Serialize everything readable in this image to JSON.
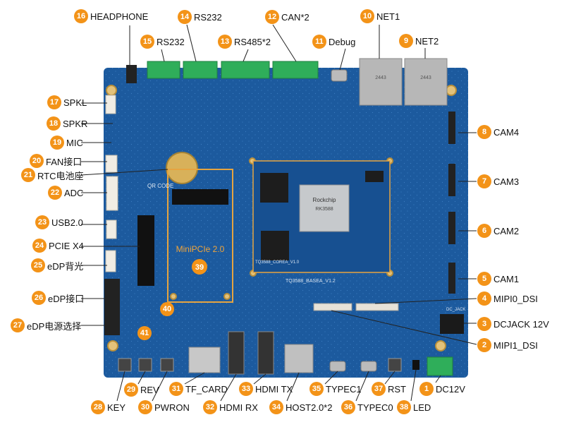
{
  "board": {
    "silk_qr": "QR CODE",
    "silk_core": "TQ3588_COREA_V1.0",
    "silk_base": "TQ3588_BASEA_V1.2",
    "chip_brand": "Rockchip",
    "chip_text": "RK3588",
    "minipcie_label": "MiniPCIe 2.0",
    "minipcie_number": "39",
    "jack_label_net": "2443",
    "dc_jack_silk": "DC_JACK"
  },
  "callouts": [
    {
      "n": "1",
      "text": "DC12V"
    },
    {
      "n": "2",
      "text": "MIPI1_DSI"
    },
    {
      "n": "3",
      "text": "DCJACK 12V"
    },
    {
      "n": "4",
      "text": "MIPI0_DSI"
    },
    {
      "n": "5",
      "text": "CAM1"
    },
    {
      "n": "6",
      "text": "CAM2"
    },
    {
      "n": "7",
      "text": "CAM3"
    },
    {
      "n": "8",
      "text": "CAM4"
    },
    {
      "n": "9",
      "text": "NET2"
    },
    {
      "n": "10",
      "text": "NET1"
    },
    {
      "n": "11",
      "text": "Debug"
    },
    {
      "n": "12",
      "text": "CAN*2"
    },
    {
      "n": "13",
      "text": "RS485*2"
    },
    {
      "n": "14",
      "text": "RS232"
    },
    {
      "n": "15",
      "text": "RS232"
    },
    {
      "n": "16",
      "text": "HEADPHONE"
    },
    {
      "n": "17",
      "text": "SPKL"
    },
    {
      "n": "18",
      "text": "SPKR"
    },
    {
      "n": "19",
      "text": "MIC"
    },
    {
      "n": "20",
      "text": "FAN接口"
    },
    {
      "n": "21",
      "text": "RTC电池座"
    },
    {
      "n": "22",
      "text": "ADC"
    },
    {
      "n": "23",
      "text": "USB2.0"
    },
    {
      "n": "24",
      "text": "PCIE X4"
    },
    {
      "n": "25",
      "text": "eDP背光"
    },
    {
      "n": "26",
      "text": "eDP接口"
    },
    {
      "n": "27",
      "text": "eDP电源选择"
    },
    {
      "n": "28",
      "text": "KEY"
    },
    {
      "n": "29",
      "text": "REV"
    },
    {
      "n": "30",
      "text": "PWRON"
    },
    {
      "n": "31",
      "text": "TF_CARD"
    },
    {
      "n": "32",
      "text": "HDMI RX"
    },
    {
      "n": "33",
      "text": "HDMI TX"
    },
    {
      "n": "34",
      "text": "HOST2.0*2"
    },
    {
      "n": "35",
      "text": "TYPEC1"
    },
    {
      "n": "36",
      "text": "TYPEC0"
    },
    {
      "n": "37",
      "text": "RST"
    },
    {
      "n": "38",
      "text": "LED"
    },
    {
      "n": "40",
      "text": ""
    },
    {
      "n": "41",
      "text": ""
    }
  ]
}
